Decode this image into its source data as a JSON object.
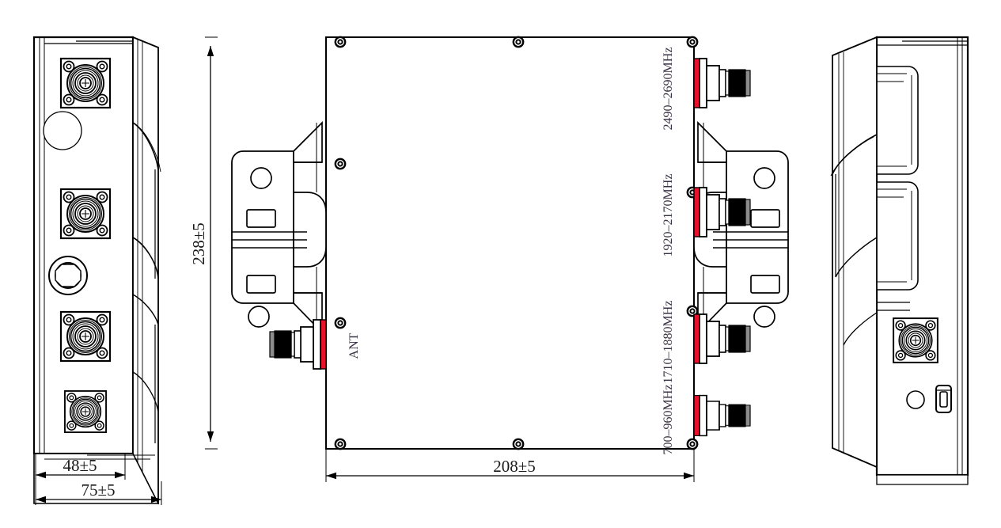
{
  "drawing": {
    "type": "mechanical-outline-drawing",
    "title": "",
    "views": [
      {
        "name": "left-side-view",
        "label": ""
      },
      {
        "name": "front-view",
        "label": ""
      },
      {
        "name": "right-side-view",
        "label": ""
      }
    ]
  },
  "dimensions": {
    "height": "238±5",
    "width": "208±5",
    "depth_inner": "48±5",
    "depth_outer": "75±5"
  },
  "port_labels": {
    "ant": "ANT",
    "band_high": "2490–2690MHz",
    "band_mid": "1920–2170MHz",
    "band_low": "1710–1880MHz",
    "band_lowest": "700–960MHz"
  },
  "colors": {
    "line": "#000000",
    "flange_accent": "#e8112d",
    "knurl": "#000000",
    "endcap": "#8c8c8c",
    "text": "#1a1a1a",
    "label_text": "#3a3244",
    "background": "#ffffff"
  },
  "counts": {
    "left_view_connectors": 4,
    "front_view_rf_ports": 4,
    "front_view_ant_ports": 1,
    "right_view_connectors": 1,
    "corner_screws": 6,
    "bracket_holes_each": 2,
    "bracket_slots_each": 2
  }
}
